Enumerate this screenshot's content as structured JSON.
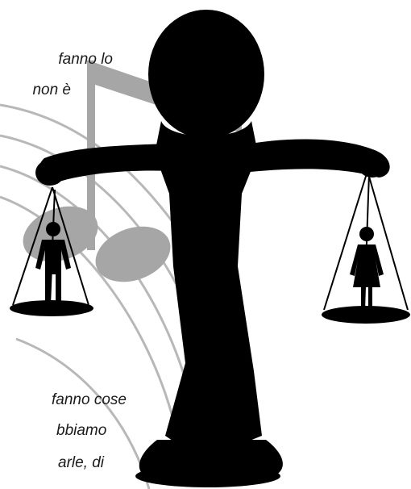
{
  "text_top": [
    "fanno lo",
    "non è"
  ],
  "text_bottom": [
    "fanno cose",
    "bbiamo",
    "arle, di"
  ],
  "icons": {
    "figure": "human-silhouette-figure",
    "scale_left": "male-figure-icon",
    "scale_right": "female-figure-icon",
    "background": "music-note-staff"
  },
  "colors": {
    "figure": "#000000",
    "note": "#a6a6a6",
    "staff": "#b8b8b8",
    "background": "#ffffff"
  }
}
